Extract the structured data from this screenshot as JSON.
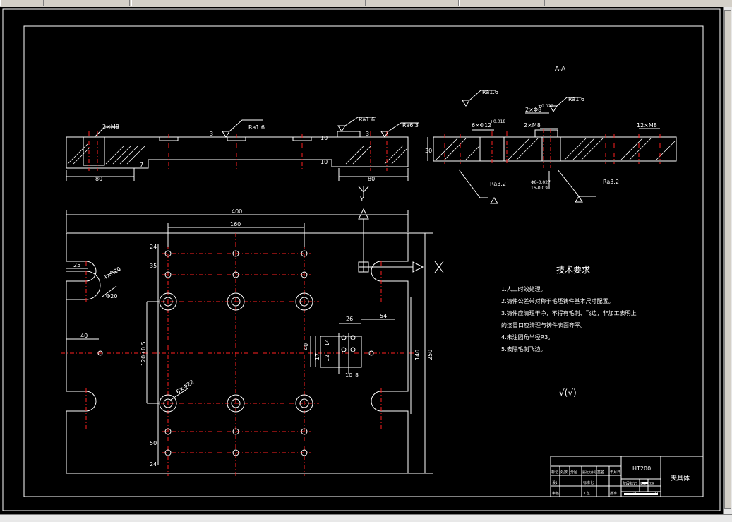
{
  "drawing": {
    "section_label": "A-A",
    "view_label_y": "Y",
    "view_label_x": "X",
    "top_view": {
      "dim_total_width": "400",
      "dim_hole_span": "160",
      "dim_slot_offset": "25",
      "dim_center_to_slot": "40",
      "dim_left_24a": "24",
      "dim_left_35": "35",
      "dim_left_50": "50",
      "dim_left_24b": "24",
      "dim_vertical_center": "120±0.5",
      "dim_right_140": "140",
      "dim_right_250": "250",
      "dim_grid_26": "26",
      "dim_grid_54": "54",
      "dim_grid_40": "40",
      "dim_grid_14": "14",
      "dim_grid_17": "17",
      "dim_grid_12": "12",
      "dim_grid_10": "10",
      "dim_grid_8": "8",
      "dim_slot_note": "4×R20",
      "dim_slot_dia": "Φ20",
      "dim_hole_note": "6×Φ22"
    },
    "front_view": {
      "thread_left": "2×M8",
      "roughness_1": "Ra1.6",
      "roughness_2": "Ra1.6",
      "roughness_3": "Ra6.3",
      "dim_80_left": "80",
      "dim_80_right": "80",
      "dim_7": "7",
      "dim_3a": "3",
      "dim_3b": "3",
      "dim_10a": "10",
      "dim_10b": "10"
    },
    "section_view": {
      "roughness_top": "Ra1.6",
      "roughness_mid": "Ra1.6",
      "roughness_bl": "Ra3.2",
      "roughness_br": "Ra3.2",
      "hole_note_a": "6×Φ12",
      "tol_a": "+0.018",
      "hole_note_b": "2×Φ8",
      "tol_b": "+0.022",
      "thread_m8": "2×M8",
      "thread_m8_12": "12×M8",
      "dim_30": "30",
      "dim_bottom_a": "Φ8-0.027",
      "dim_bottom_b": "16-0.030"
    },
    "tech_requirements": {
      "title": "技术要求",
      "items": [
        "1.人工时效处理。",
        "2.铸件公差带对称于毛坯铸件基本尺寸配置。",
        "3.铸件应清理干净，不得有毛刺、飞边，非加工表明上",
        "的浇冒口应清理与铸件表面齐平。",
        "4.未注圆角半径R3。",
        "5.去除毛刺飞边。"
      ],
      "roughness_symbol": "√(√)"
    },
    "title_block": {
      "material": "HT200",
      "part_name": "夹具体",
      "scale": "1:1",
      "sheet": "20",
      "row_labels": [
        "标记",
        "处数",
        "分区",
        "更改文件号",
        "签名",
        "年月日"
      ],
      "designer_label": "设计",
      "reviewer_label": "审核",
      "process_label": "工艺",
      "standard_label": "标准化",
      "approve_label": "批准",
      "stage_label": "阶段标记",
      "weight_label": "重量",
      "ratio_label": "比例"
    }
  },
  "colors": {
    "background": "#000000",
    "line": "#ffffff",
    "centerline": "#ff2020"
  }
}
